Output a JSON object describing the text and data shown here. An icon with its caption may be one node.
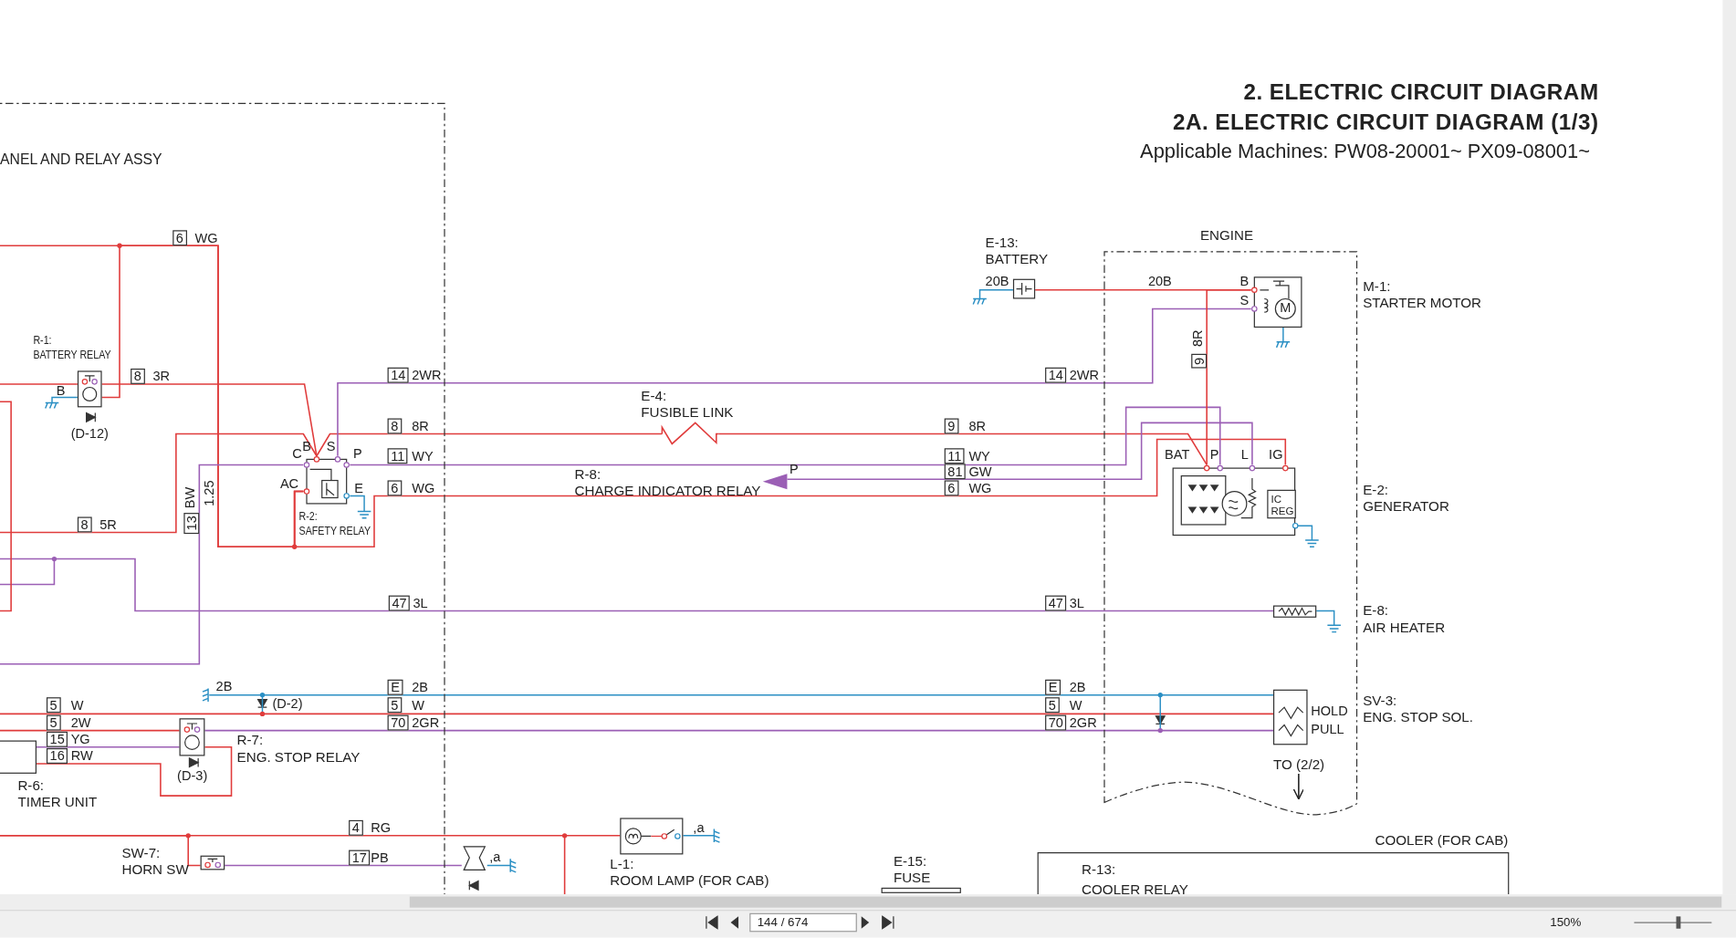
{
  "diagram": {
    "title": "2. ELECTRIC CIRCUIT DIAGRAM",
    "nodes": [
      {
        "text": [
          "ANEL AND RELAY ASSY"
        ]
      },
      {
        "text": [
          "R-1: BATTERY RELAY"
        ],
        "in": 0
      },
      {
        "text": [
          "R-2: SAFETY RELAY"
        ],
        "in": 0
      },
      {
        "text": [
          "R-6: TIMER UNIT"
        ],
        "in": 0
      },
      {
        "text": [
          "R-7: ENG. STOP RELAY"
        ],
        "in": 0
      },
      {
        "text": [
          "SW-7: HORN SW"
        ],
        "in": 0
      },
      {
        "text": [
          "E-13: BATTERY"
        ]
      },
      {
        "text": [
          "ENGINE"
        ]
      },
      {
        "text": [
          "M",
          "M-1: STARTER MOTOR"
        ],
        "in": 7
      },
      {
        "text": [
          "IC REG",
          "E-2: GENERATOR"
        ],
        "in": 7
      },
      {
        "text": [
          "E-8: AIR HEATER"
        ],
        "in": 7
      },
      {
        "text": [
          "SV-3: ENG. STOP SOL."
        ],
        "beside": [
          "HOLD",
          "PULL"
        ],
        "in": 7
      },
      {
        "text": [
          "E-4: FUSIBLE LINK"
        ]
      },
      {
        "text": [
          "R-8: CHARGE INDICATOR RELAY"
        ]
      },
      {
        "text": [
          "L-1: ROOM LAMP (FOR CAB)"
        ],
        "beside": [
          ",a"
        ]
      },
      {
        "text": [
          "E-15: FUSE"
        ]
      },
      {
        "text": [
          "COOLER (FOR CAB)"
        ]
      },
      {
        "text": [
          "R-13: COOLER RELAY"
        ],
        "in": 16
      },
      {
        "text": [],
        "shape": "horn",
        "beside": [
          ",a"
        ]
      },
      {
        "text": [
          "TO (2/2)"
        ],
        "in": 7
      },
      {
        "text": [],
        "shape": "ground",
        "beside": [
          "2B"
        ],
        "in": 0
      }
    ],
    "edges": [
      {
        "from": 0,
        "to": 1,
        "arrow": "none"
      },
      {
        "from": 1,
        "to": 2,
        "arrow": "none"
      },
      {
        "from": 0,
        "to": 2,
        "arrow": "none"
      },
      {
        "from": 2,
        "to": 9,
        "arrow": "none"
      },
      {
        "from": 1,
        "to": 2,
        "arrow": "none"
      },
      {
        "from": 0,
        "to": 2,
        "arrow": "none"
      },
      {
        "from": 2,
        "to": 12,
        "arrow": "none"
      },
      {
        "from": 12,
        "to": 9,
        "arrow": "none"
      },
      {
        "from": 2,
        "to": 8,
        "arrow": "none",
        "color": "#9b5fb5"
      },
      {
        "from": 2,
        "to": 9,
        "arrow": "none",
        "color": "#9b5fb5"
      },
      {
        "from": 9,
        "to": 13,
        "arrow": "none",
        "color": "#9b5fb5"
      },
      {
        "from": 2,
        "to": 0,
        "arrow": "none",
        "color": "#9b5fb5"
      },
      {
        "from": 8,
        "to": 9,
        "arrow": "none"
      },
      {
        "from": 6,
        "to": 8,
        "arrow": "none"
      },
      {
        "from": 0,
        "to": 10,
        "arrow": "none",
        "color": "#9b5fb5"
      },
      {
        "from": 20,
        "to": 11,
        "arrow": "none",
        "color": "#2a8fc4"
      },
      {
        "from": 0,
        "to": 11,
        "arrow": "none"
      },
      {
        "from": 4,
        "to": 11,
        "arrow": "none",
        "color": "#9b5fb5"
      },
      {
        "from": 0,
        "to": 4,
        "arrow": "none"
      },
      {
        "from": 3,
        "to": 4,
        "arrow": "none",
        "color": "#9b5fb5"
      },
      {
        "from": 3,
        "to": 4,
        "arrow": "none"
      },
      {
        "from": 0,
        "to": 14,
        "arrow": "none"
      },
      {
        "from": 0,
        "to": 5,
        "arrow": "none"
      },
      {
        "from": 5,
        "to": 18,
        "arrow": "none",
        "color": "#9b5fb5"
      },
      {
        "from": 19,
        "to": null,
        "arrow": "to",
        "color": "#222222"
      }
    ],
    "labels": [
      "2A. ELECTRIC CIRCUIT DIAGRAM (1/3)",
      "Applicable Machines: PW08-20001~ PX09-08001~",
      "6",
      "WG",
      "8",
      "3R",
      "B",
      "14",
      "2WR",
      "(D-12)",
      "8",
      "8R",
      "C",
      "B",
      "S",
      "P",
      "11",
      "WY",
      "AC",
      "E",
      "6",
      "WG",
      "13",
      "BW",
      "1.25",
      "8",
      "5R",
      "P",
      "9",
      "8R",
      "11",
      "WY",
      "81",
      "GW",
      "6",
      "WG",
      "14",
      "2WR",
      "20B",
      "20B",
      "B",
      "S",
      "9",
      "8R",
      "BAT",
      "P",
      "L",
      "IG",
      "47",
      "3L",
      "47",
      "3L",
      "(D-2)",
      "E",
      "2B",
      "E",
      "2B",
      "5",
      "W",
      "5",
      "W",
      "5",
      "W",
      "5",
      "2W",
      "70",
      "2GR",
      "70",
      "2GR",
      "15",
      "YG",
      "16",
      "RW",
      "(D-3)",
      "4",
      "RG",
      "17",
      "PB",
      "144 / 674",
      "150%"
    ]
  }
}
